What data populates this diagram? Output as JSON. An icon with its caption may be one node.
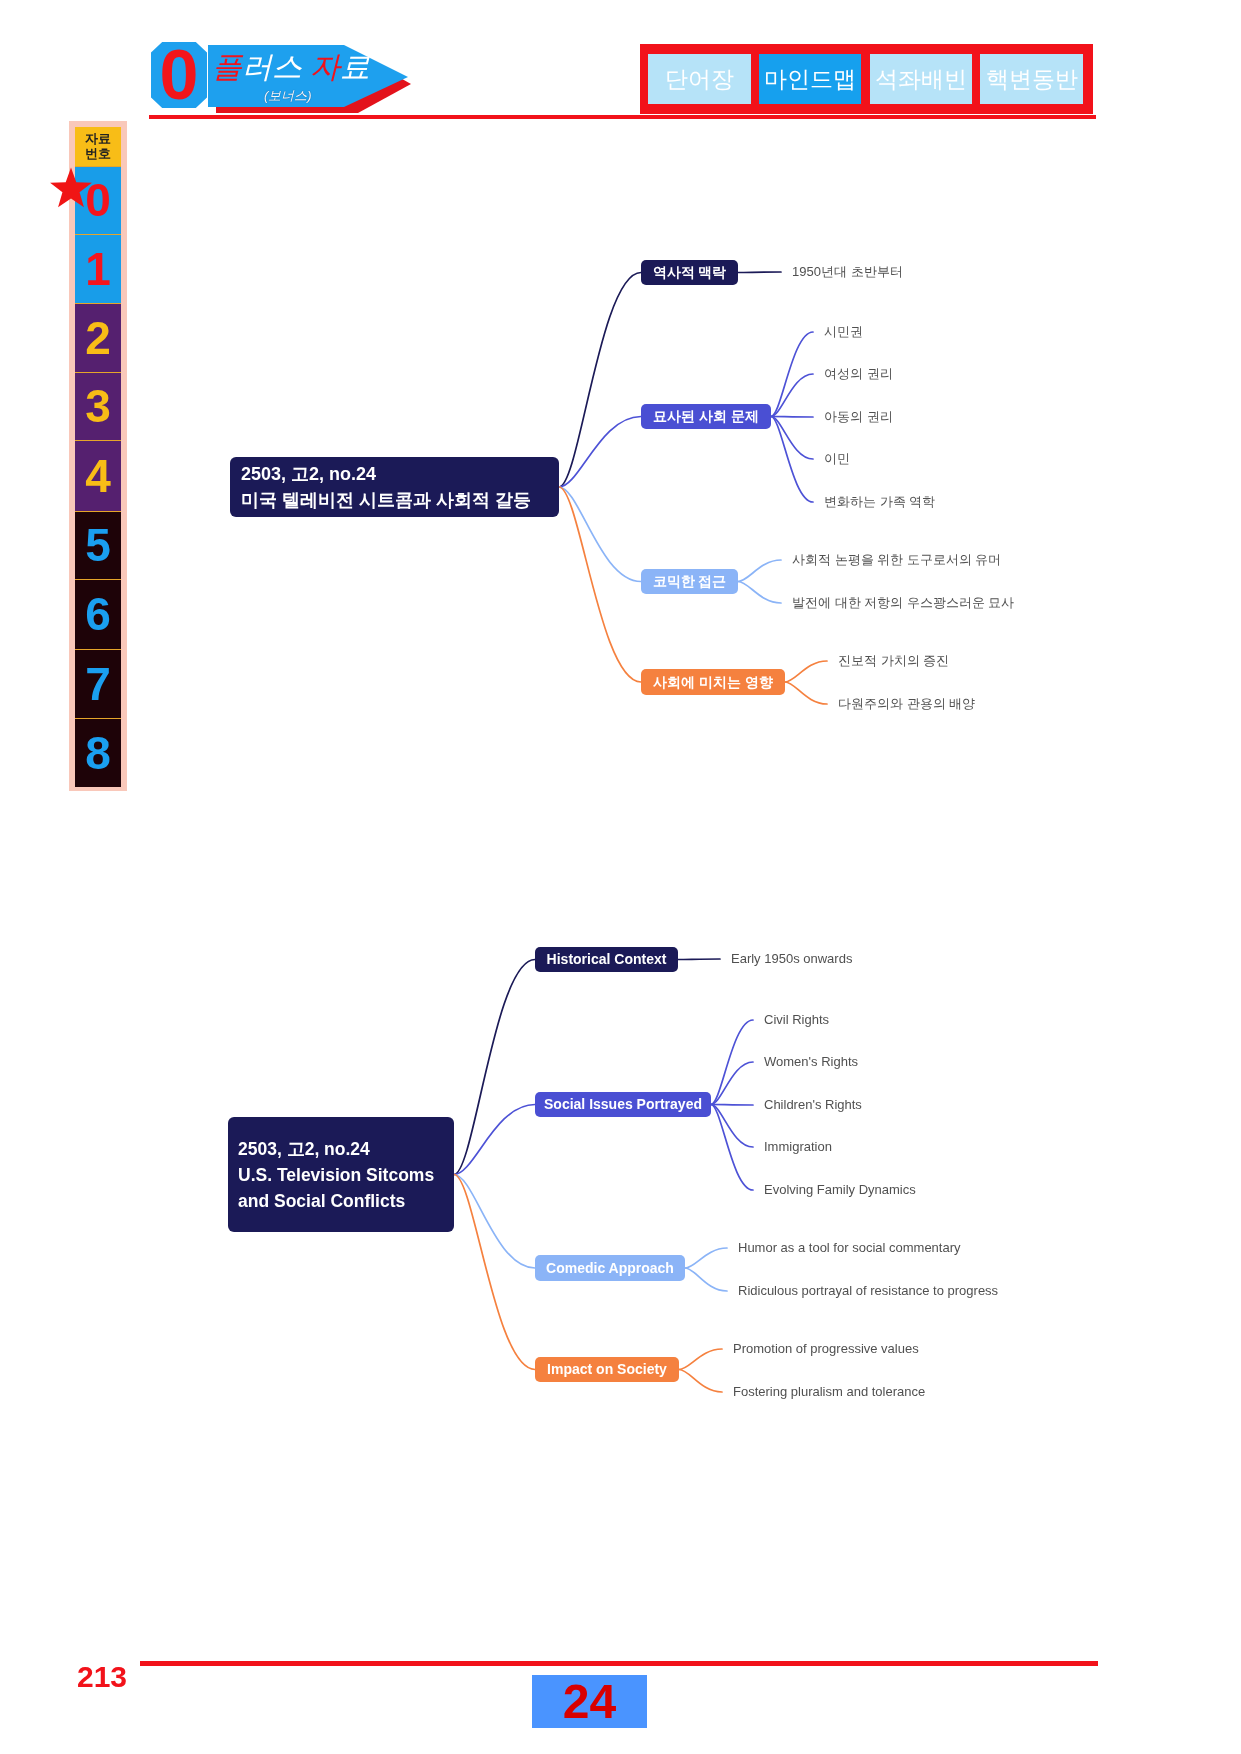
{
  "diagram": {
    "nodes": [
      {
        "text": [
          "0"
        ]
      },
      {
        "text": [
          "플러스 자료",
          "(보너스)"
        ]
      },
      {
        "text": [
          "단어장"
        ]
      },
      {
        "text": [
          "마인드맵"
        ]
      },
      {
        "text": [
          "석좌배빈"
        ]
      },
      {
        "text": [
          "핵변동반"
        ]
      },
      {
        "text": [
          "자료 번호"
        ]
      },
      {
        "text": [
          "0"
        ]
      },
      {
        "text": [
          "1"
        ]
      },
      {
        "text": [
          "2"
        ]
      },
      {
        "text": [
          "3"
        ]
      },
      {
        "text": [
          "4"
        ]
      },
      {
        "text": [
          "5"
        ]
      },
      {
        "text": [
          "6"
        ]
      },
      {
        "text": [
          "7"
        ]
      },
      {
        "text": [
          "8"
        ]
      },
      {
        "text": [
          "2503, 고2, no.24",
          "미국 텔레비전 시트콤과 사회적 갈등"
        ]
      },
      {
        "text": [
          "역사적 맥락"
        ]
      },
      {
        "text": [
          "1950년대 초반부터"
        ]
      },
      {
        "text": [
          "묘사된 사회 문제"
        ]
      },
      {
        "text": [
          "시민권"
        ]
      },
      {
        "text": [
          "여성의 권리"
        ]
      },
      {
        "text": [
          "아동의 권리"
        ]
      },
      {
        "text": [
          "이민"
        ]
      },
      {
        "text": [
          "변화하는 가족 역학"
        ]
      },
      {
        "text": [
          "코믹한 접근"
        ]
      },
      {
        "text": [
          "사회적 논평을 위한 도구로서의 유머"
        ]
      },
      {
        "text": [
          "발전에 대한 저항의 우스꽝스러운 묘사"
        ]
      },
      {
        "text": [
          "사회에 미치는 영향"
        ]
      },
      {
        "text": [
          "진보적 가치의 증진"
        ]
      },
      {
        "text": [
          "다원주의와 관용의 배양"
        ]
      },
      {
        "text": [
          "2503, 고2, no.24",
          "U.S. Television Sitcoms and Social Conflicts"
        ]
      },
      {
        "text": [
          "Historical Context"
        ]
      },
      {
        "text": [
          "Early 1950s onwards"
        ]
      },
      {
        "text": [
          "Social Issues Portrayed"
        ]
      },
      {
        "text": [
          "Civil Rights"
        ]
      },
      {
        "text": [
          "Women's Rights"
        ]
      },
      {
        "text": [
          "Children's Rights"
        ]
      },
      {
        "text": [
          "Immigration"
        ]
      },
      {
        "text": [
          "Evolving Family Dynamics"
        ]
      },
      {
        "text": [
          "Comedic Approach"
        ]
      },
      {
        "text": [
          "Humor as a tool for social commentary"
        ]
      },
      {
        "text": [
          "Ridiculous portrayal of resistance to progress"
        ]
      },
      {
        "text": [
          "Impact on Society"
        ]
      },
      {
        "text": [
          "Promotion of progressive values"
        ]
      },
      {
        "text": [
          "Fostering pluralism and tolerance"
        ]
      },
      {
        "text": [
          "24"
        ]
      }
    ],
    "edges": [
      {
        "from": 16,
        "to": 17,
        "arrow": "none",
        "color": "#1b1a57"
      },
      {
        "from": 17,
        "to": 18,
        "arrow": "none",
        "color": "#1b1a57"
      },
      {
        "from": 16,
        "to": 19,
        "arrow": "none"
      },
      {
        "from": 19,
        "to": 20,
        "arrow": "none"
      },
      {
        "from": 19,
        "to": 21,
        "arrow": "none"
      },
      {
        "from": 19,
        "to": 22,
        "arrow": "none"
      },
      {
        "from": 19,
        "to": 23,
        "arrow": "none"
      },
      {
        "from": 19,
        "to": 24,
        "arrow": "none"
      },
      {
        "from": 16,
        "to": 25,
        "arrow": "none",
        "color": "#8bb4f7"
      },
      {
        "from": 25,
        "to": 26,
        "arrow": "none",
        "color": "#8bb4f7"
      },
      {
        "from": 25,
        "to": 27,
        "arrow": "none",
        "color": "#8bb4f7"
      },
      {
        "from": 16,
        "to": 28,
        "arrow": "none",
        "color": "#f5813f"
      },
      {
        "from": 28,
        "to": 29,
        "arrow": "none",
        "color": "#f5813f"
      },
      {
        "from": 28,
        "to": 30,
        "arrow": "none",
        "color": "#f5813f"
      },
      {
        "from": 31,
        "to": 32,
        "arrow": "none",
        "color": "#1b1a57"
      },
      {
        "from": 32,
        "to": 33,
        "arrow": "none",
        "color": "#1b1a57"
      },
      {
        "from": 31,
        "to": 34,
        "arrow": "none"
      },
      {
        "from": 34,
        "to": 35,
        "arrow": "none"
      },
      {
        "from": 34,
        "to": 36,
        "arrow": "none"
      },
      {
        "from": 34,
        "to": 37,
        "arrow": "none"
      },
      {
        "from": 34,
        "to": 38,
        "arrow": "none"
      },
      {
        "from": 34,
        "to": 39,
        "arrow": "none"
      },
      {
        "from": 31,
        "to": 40,
        "arrow": "none",
        "color": "#8bb4f7"
      },
      {
        "from": 40,
        "to": 41,
        "arrow": "none",
        "color": "#8bb4f7"
      },
      {
        "from": 40,
        "to": 42,
        "arrow": "none",
        "color": "#8bb4f7"
      },
      {
        "from": 31,
        "to": 43,
        "arrow": "none",
        "color": "#f5813f"
      },
      {
        "from": 43,
        "to": 44,
        "arrow": "none",
        "color": "#f5813f"
      },
      {
        "from": 43,
        "to": 45,
        "arrow": "none",
        "color": "#f5813f"
      }
    ],
    "labels": [
      "213"
    ]
  }
}
